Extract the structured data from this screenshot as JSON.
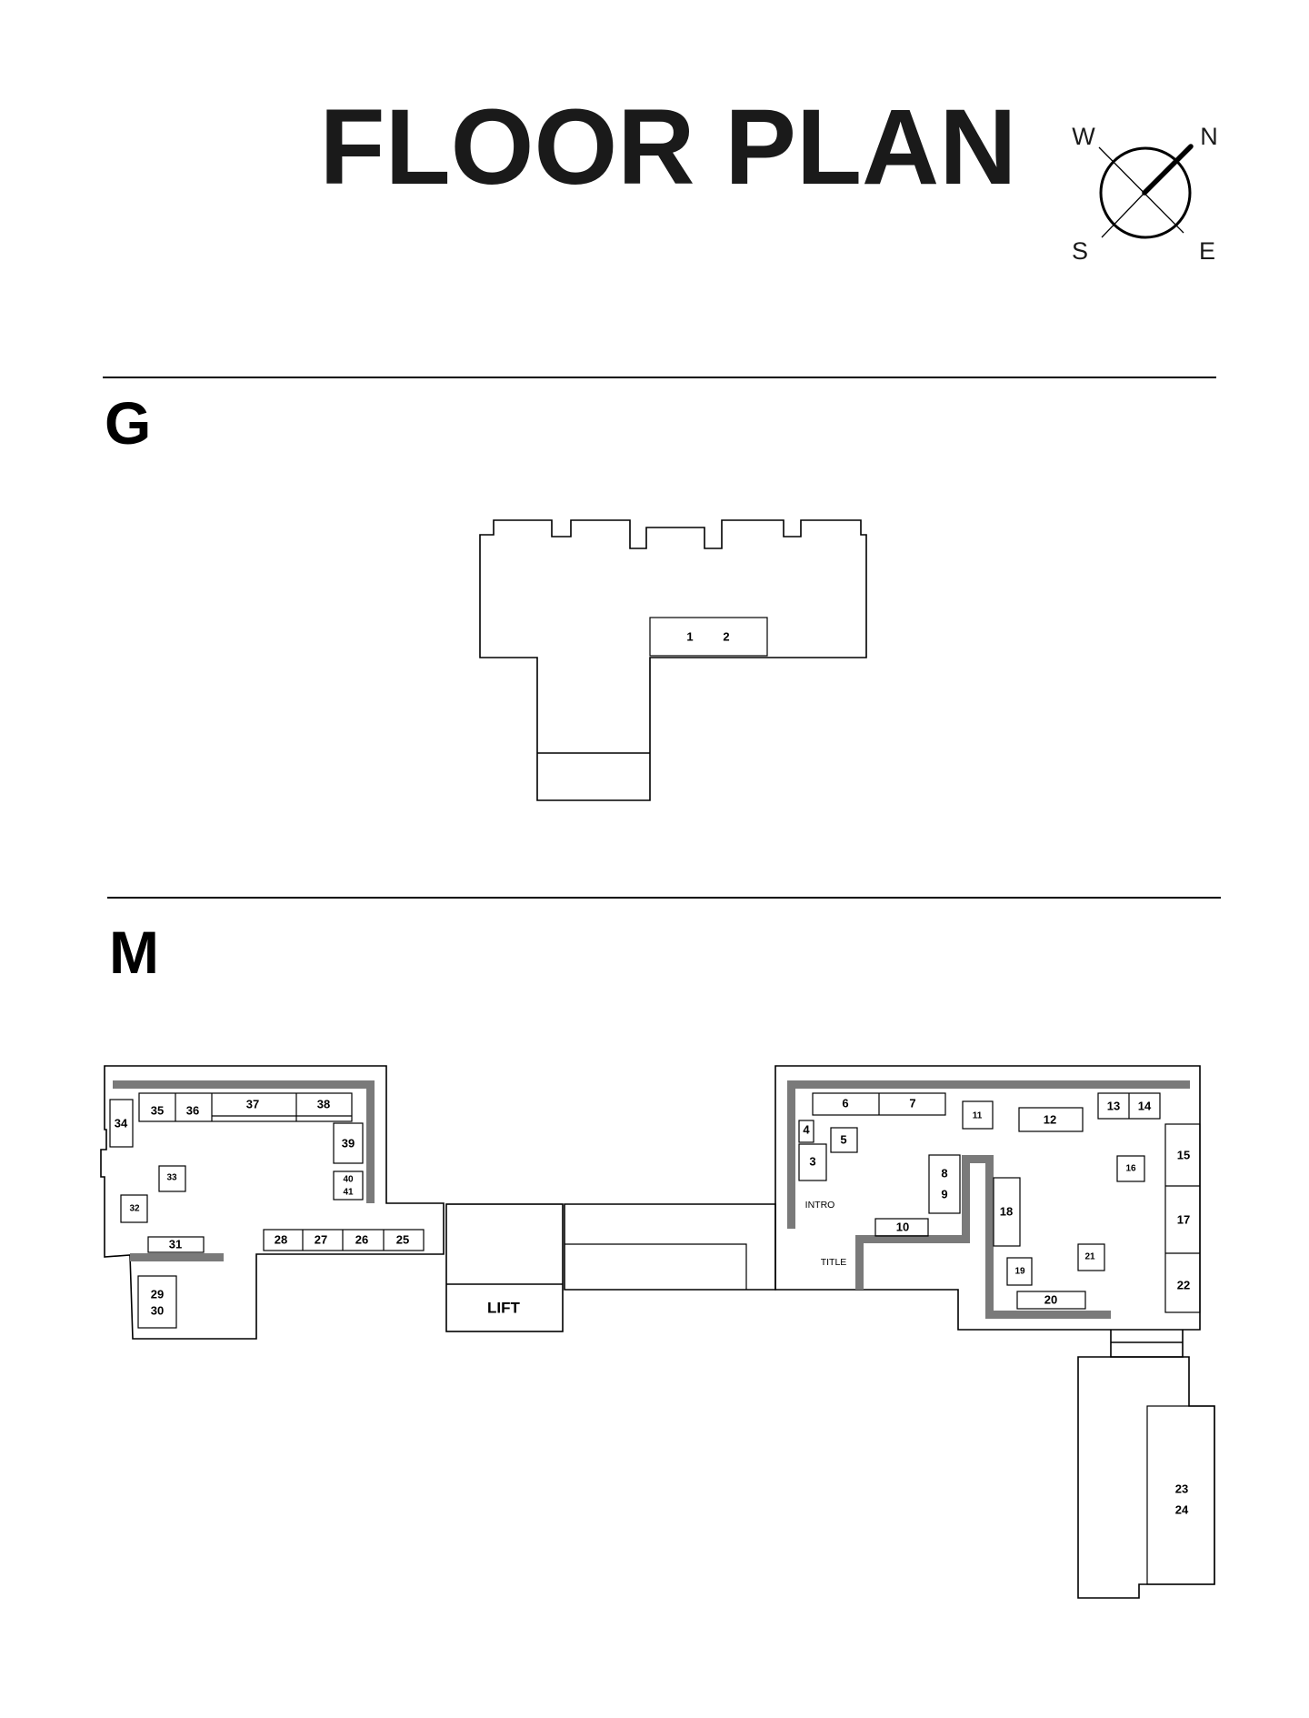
{
  "title": "FLOOR PLAN",
  "compass": {
    "n": "N",
    "e": "E",
    "s": "S",
    "w": "W"
  },
  "floors": {
    "g": {
      "label": "G",
      "exhibits": [
        "1",
        "2"
      ]
    },
    "m": {
      "label": "M",
      "lift": "LIFT",
      "intro": "INTRO",
      "title_mark": "TITLE",
      "exhibits": [
        "3",
        "4",
        "5",
        "6",
        "7",
        "8",
        "9",
        "10",
        "11",
        "12",
        "13",
        "14",
        "15",
        "16",
        "17",
        "18",
        "19",
        "20",
        "21",
        "22",
        "23",
        "24",
        "25",
        "26",
        "27",
        "28",
        "29",
        "30",
        "31",
        "32",
        "33",
        "34",
        "35",
        "36",
        "37",
        "38",
        "39",
        "40",
        "41"
      ]
    }
  }
}
